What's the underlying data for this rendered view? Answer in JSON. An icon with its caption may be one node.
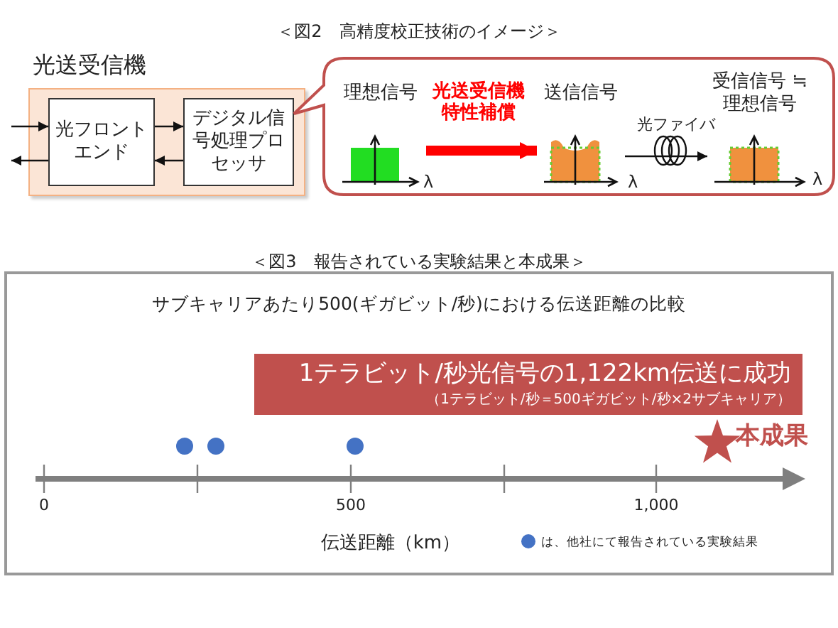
{
  "diagram": {
    "nodes": [
      {
        "text": [
          "光送受信機"
        ]
      },
      {
        "text": [
          "光フロントエンド"
        ],
        "in": 0
      },
      {
        "text": [
          "デジタル信号処理プロセッサ"
        ],
        "in": 0
      },
      {
        "text": [],
        "shape": "callout"
      },
      {
        "text": [
          "理想信号"
        ],
        "in": 3
      },
      {
        "text": [
          "送信信号"
        ],
        "in": 3
      },
      {
        "text": [
          "受信信号 ≒ 理想信号"
        ],
        "in": 3
      }
    ],
    "edges": [
      {
        "from": null,
        "to": 1,
        "arrow": "to"
      },
      {
        "from": 1,
        "to": null,
        "arrow": "to"
      },
      {
        "from": 1,
        "to": 2,
        "arrow": "to"
      },
      {
        "from": 2,
        "to": 1,
        "arrow": "to"
      },
      {
        "from": 4,
        "to": 5,
        "arrow": "to",
        "label": "光送受信機特性補償",
        "style": "thick",
        "color": "#ff0000"
      },
      {
        "from": 5,
        "to": 6,
        "arrow": "to",
        "label": "光ファイバ"
      }
    ],
    "labels": [
      "＜図2　高精度校正技術のイメージ＞",
      "λ",
      "λ",
      "λ",
      "＜図3　報告されている実験結果と本成果＞",
      "サブキャリアあたり500(ギガビット/秒)における伝送距離の比較",
      "1テラビット/秒光信号の1,122km伝送に成功",
      "（1テラビット/秒＝500ギガビット/秒×2サブキャリア）",
      "本成果",
      "0",
      "500",
      "1,000",
      "伝送距離（km）"
    ],
    "legend": [
      {
        "text": "は、他社にて報告されている実験結果",
        "color": "#4472c4"
      }
    ]
  }
}
